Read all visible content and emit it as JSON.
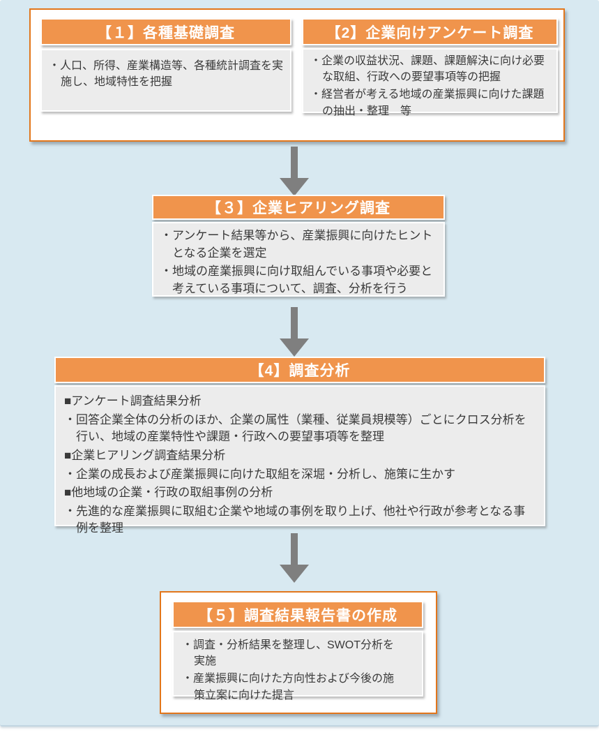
{
  "diagram": {
    "background_color": "#D8E9F1",
    "colors": {
      "step_header_fill": "#F0944C",
      "container_border": "#E2761B",
      "step_body_fill": "#ECECEC",
      "header_text": "#FFFFFF",
      "body_text": "#3A3A3A",
      "arrow": "#7F7F7F"
    },
    "steps": [
      {
        "title": "【１】各種基礎調査",
        "items": [
          "・人口、所得、産業構造等、各種統計調査を実施し、地域特性を把握"
        ]
      },
      {
        "title": "【2】企業向けアンケート調査",
        "items": [
          "・企業の収益状況、課題、課題解決に向け必要な取組、行政への要望事項等の把握",
          "・経営者が考える地域の産業振興に向けた課題の抽出・整理　等"
        ]
      },
      {
        "title": "【３】企業ヒアリング調査",
        "items": [
          "・アンケート結果等から、産業振興に向けたヒントとなる企業を選定",
          "・地域の産業振興に向け取組んでいる事項や必要と考えている事項について、調査、分析を行う"
        ]
      },
      {
        "title": "【4】調査分析",
        "items": [
          "■アンケート調査結果分析",
          "・回答企業全体の分析のほか、企業の属性（業種、従業員規模等）ごとにクロス分析を行い、地域の産業特性や課題・行政への要望事項等を整理",
          "■企業ヒアリング調査結果分析",
          "・企業の成長および産業振興に向けた取組を深堀・分析し、施策に生かす",
          "■他地域の企業・行政の取組事例の分析",
          "・先進的な産業振興に取組む企業や地域の事例を取り上げ、他社や行政が参考となる事例を整理"
        ]
      },
      {
        "title": "【５】調査結果報告書の作成",
        "items": [
          "・調査・分析結果を整理し、SWOT分析を実施",
          "・産業振興に向けた方向性および今後の施策立案に向けた提言"
        ]
      }
    ]
  }
}
